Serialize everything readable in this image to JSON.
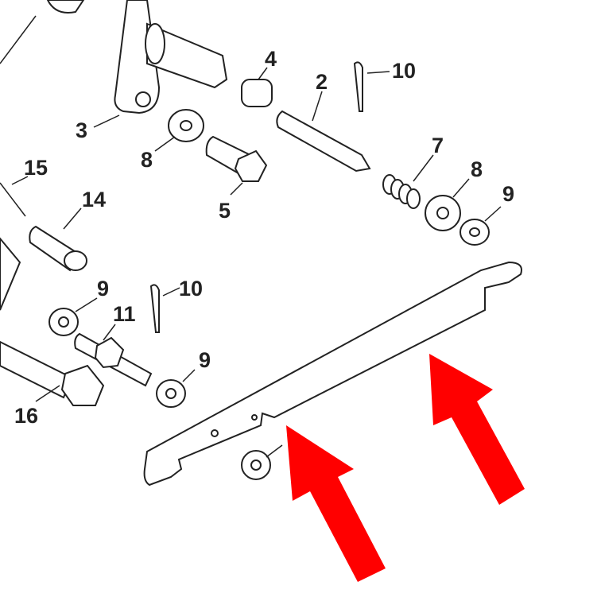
{
  "diagram": {
    "callouts": [
      {
        "id": "c4",
        "text": "4"
      },
      {
        "id": "c10a",
        "text": "10"
      },
      {
        "id": "c2",
        "text": "2"
      },
      {
        "id": "c3",
        "text": "3"
      },
      {
        "id": "c8a",
        "text": "8"
      },
      {
        "id": "c7",
        "text": "7"
      },
      {
        "id": "c8b",
        "text": "8"
      },
      {
        "id": "c15",
        "text": "15"
      },
      {
        "id": "c14",
        "text": "14"
      },
      {
        "id": "c5",
        "text": "5"
      },
      {
        "id": "c9a",
        "text": "9"
      },
      {
        "id": "c9b",
        "text": "9"
      },
      {
        "id": "c10b",
        "text": "10"
      },
      {
        "id": "c11",
        "text": "11"
      },
      {
        "id": "c9c",
        "text": "9"
      },
      {
        "id": "c16",
        "text": "16"
      }
    ],
    "arrow_color": "#ff0000"
  }
}
